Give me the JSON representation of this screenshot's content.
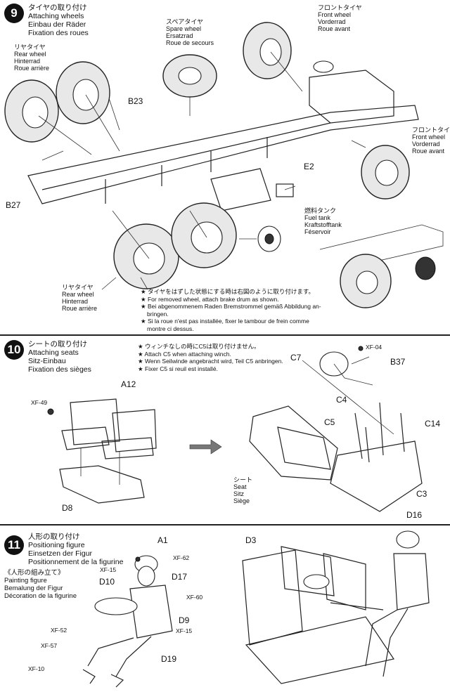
{
  "step9": {
    "number": "9",
    "title_ja": "タイヤの取り付け",
    "title_en": "Attaching wheels",
    "title_de": "Einbau der Räder",
    "title_fr": "Fixation des roues",
    "rear_wheel_top": {
      "ja": "リヤタイヤ",
      "en": "Rear wheel",
      "de": "Hinterrad",
      "fr": "Roue arrière"
    },
    "spare_wheel": {
      "ja": "スペアタイヤ",
      "en": "Spare wheel",
      "de": "Ersatzrad",
      "fr": "Roue de secours"
    },
    "front_wheel_top": {
      "ja": "フロントタイヤ",
      "en": "Front wheel",
      "de": "Vorderrad",
      "fr": "Roue avant"
    },
    "front_wheel_right": {
      "ja": "フロントタイヤ",
      "en": "Front wheel",
      "de": "Vorderrad",
      "fr": "Roue avant"
    },
    "fuel_tank": {
      "ja": "燃料タンク",
      "en": "Fuel tank",
      "de": "Kraftstofftank",
      "fr": "Féservoir"
    },
    "rear_wheel_bottom": {
      "ja": "リヤタイヤ",
      "en": "Rear wheel",
      "de": "Hinterrad",
      "fr": "Roue arrière"
    },
    "parts": {
      "b23": "B23",
      "b27": "B27",
      "e2": "E2"
    },
    "notes": [
      "★ タイヤをはずした状態にする時は右図のように取り付けます。",
      "★ For removed wheel, attach brake drum as shown.",
      "★ Bei abgenommenem Raden Bremstrommel gemäß Abbildung an-",
      "bringen.",
      "★ Si la roue n'est pas installée, fixer le tambour de frein comme",
      "montre ci dessus."
    ]
  },
  "step10": {
    "number": "10",
    "title_ja": "シートの取り付け",
    "title_en": "Attaching seats",
    "title_de": "Sitz-Einbau",
    "title_fr": "Fixation des sièges",
    "notes": [
      "★ ウィンチなしの時にC5は取り付けません。",
      "★ Attach C5 when attaching winch.",
      "★ Wenn Seilwinde angebracht wird, Teil C5 anbringen.",
      "★ Fixer C5 si reuil est installé."
    ],
    "parts": {
      "a12": "A12",
      "d8": "D8",
      "c7": "C7",
      "b37": "B37",
      "c4": "C4",
      "c5": "C5",
      "c14": "C14",
      "c3": "C3",
      "d16": "D16"
    },
    "paints": {
      "xf49": "XF-49",
      "xf04": "XF-04"
    },
    "seat": {
      "ja": "シート",
      "en": "Seat",
      "de": "Sitz",
      "fr": "Siège"
    }
  },
  "step11": {
    "number": "11",
    "title_ja": "人形の取り付け",
    "title_en": "Positioning figure",
    "title_de": "Einsetzen der Figur",
    "title_fr": "Positionnement de la figurine",
    "painting": {
      "ja": "《人形の組み立て》",
      "en": "Painting figure",
      "de": "Bemalung der Figur",
      "fr": "Décoration de la figurine"
    },
    "parts": {
      "a1": "A1",
      "d17": "D17",
      "d10": "D10",
      "d9": "D9",
      "d19": "D19",
      "d3": "D3"
    },
    "paints": {
      "xf62": "XF-62",
      "xf15a": "XF-15",
      "xf60": "XF-60",
      "xf15b": "XF-15",
      "xf52": "XF-52",
      "xf57": "XF-57",
      "xf10": "XF-10"
    }
  }
}
